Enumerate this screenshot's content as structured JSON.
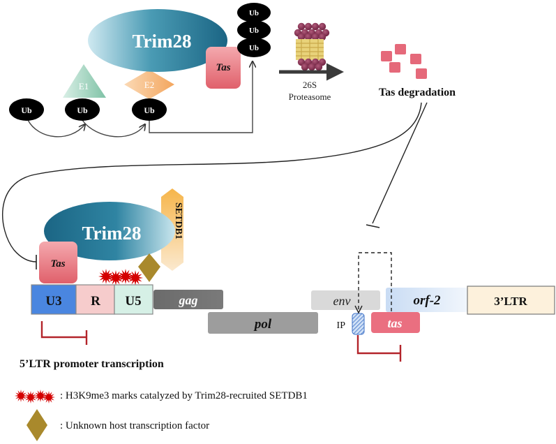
{
  "top": {
    "ub_left": "Ub",
    "ub_mid": "Ub",
    "ub_right": "Ub",
    "e1": "E1",
    "e2": "E2",
    "trim28": "Trim28",
    "tas": "Tas",
    "ub_chain": [
      "Ub",
      "Ub",
      "Ub"
    ],
    "proteasome_line1": "26S",
    "proteasome_line2": "Proteasome",
    "tas_degradation": "Tas degradation"
  },
  "genome": {
    "trim28": "Trim28",
    "setdb1": "SETDB1",
    "tas_protein": "Tas",
    "u3": "U3",
    "r": "R",
    "u5": "U5",
    "gag": "gag",
    "pol": "pol",
    "env": "env",
    "ip": "IP",
    "tas_gene": "tas",
    "orf2": "orf-2",
    "ltr3": "3’LTR",
    "ltr5_label": "5’LTR promoter transcription"
  },
  "legend": {
    "h3k9me3": ": H3K9me3 marks catalyzed by Trim28-recruited SETDB1",
    "tf": ": Unknown host transcription factor"
  },
  "colors": {
    "trim28_dark": "#1f6e8c",
    "trim28_light": "#c9e6ee",
    "tas_red": "#e8707a",
    "u3_blue": "#4a86e0",
    "r_pink": "#f6cccc",
    "u5_mint": "#d6f0e6",
    "inhibit_red": "#b3242a",
    "h3k9_red": "#d40000",
    "tf_gold": "#a9892c"
  }
}
